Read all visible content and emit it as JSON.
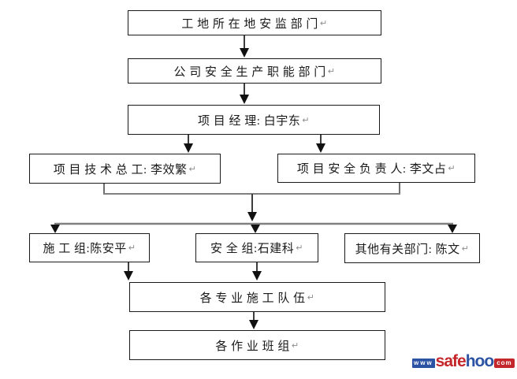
{
  "flowchart": {
    "nodes": [
      {
        "id": "n1",
        "label": "工 地 所 在 地 安 监 部 门"
      },
      {
        "id": "n2",
        "label": "公 司 安 全 生 产 职 能 部 门"
      },
      {
        "id": "n3",
        "label": "项 目 经 理: 白宇东"
      },
      {
        "id": "n4l",
        "label": "项 目 技 术 总 工: 李效繁"
      },
      {
        "id": "n4r",
        "label": "项 目 安 全 负 责 人: 李文占"
      },
      {
        "id": "n5a",
        "label": "施 工 组:陈安平"
      },
      {
        "id": "n5b",
        "label": "安 全 组:石建科"
      },
      {
        "id": "n5c",
        "label": "其他有关部门: 陈文"
      },
      {
        "id": "n6",
        "label": "各 专 业 施 工 队 伍"
      },
      {
        "id": "n7",
        "label": "各 作 业 班 组"
      }
    ],
    "edges": [
      {
        "from": "n1",
        "to": "n2"
      },
      {
        "from": "n2",
        "to": "n3"
      },
      {
        "from": "n3",
        "to": "n4l"
      },
      {
        "from": "n3",
        "to": "n4r"
      },
      {
        "from": "n4l",
        "to": "bus"
      },
      {
        "from": "n4r",
        "to": "bus"
      },
      {
        "from": "bus",
        "to": "n5a"
      },
      {
        "from": "bus",
        "to": "n5b"
      },
      {
        "from": "bus",
        "to": "n5c"
      },
      {
        "from": "n5a",
        "to": "n6"
      },
      {
        "from": "n5b",
        "to": "n6"
      },
      {
        "from": "n6",
        "to": "n7"
      }
    ]
  },
  "return_mark": "↵",
  "watermark": {
    "www": "www",
    "safe": "safe",
    "hoo": "hoo",
    "com": "com"
  },
  "colors": {
    "box_border": "#1a1a1a",
    "text": "#1a1a1a",
    "connector_dark": "#3d3d3d",
    "connector_gray": "#808080",
    "arrowhead": "#111111",
    "paragraph_mark": "#8c8c8c",
    "logo_blue": "#2b52a3",
    "logo_red": "#c4272b"
  }
}
